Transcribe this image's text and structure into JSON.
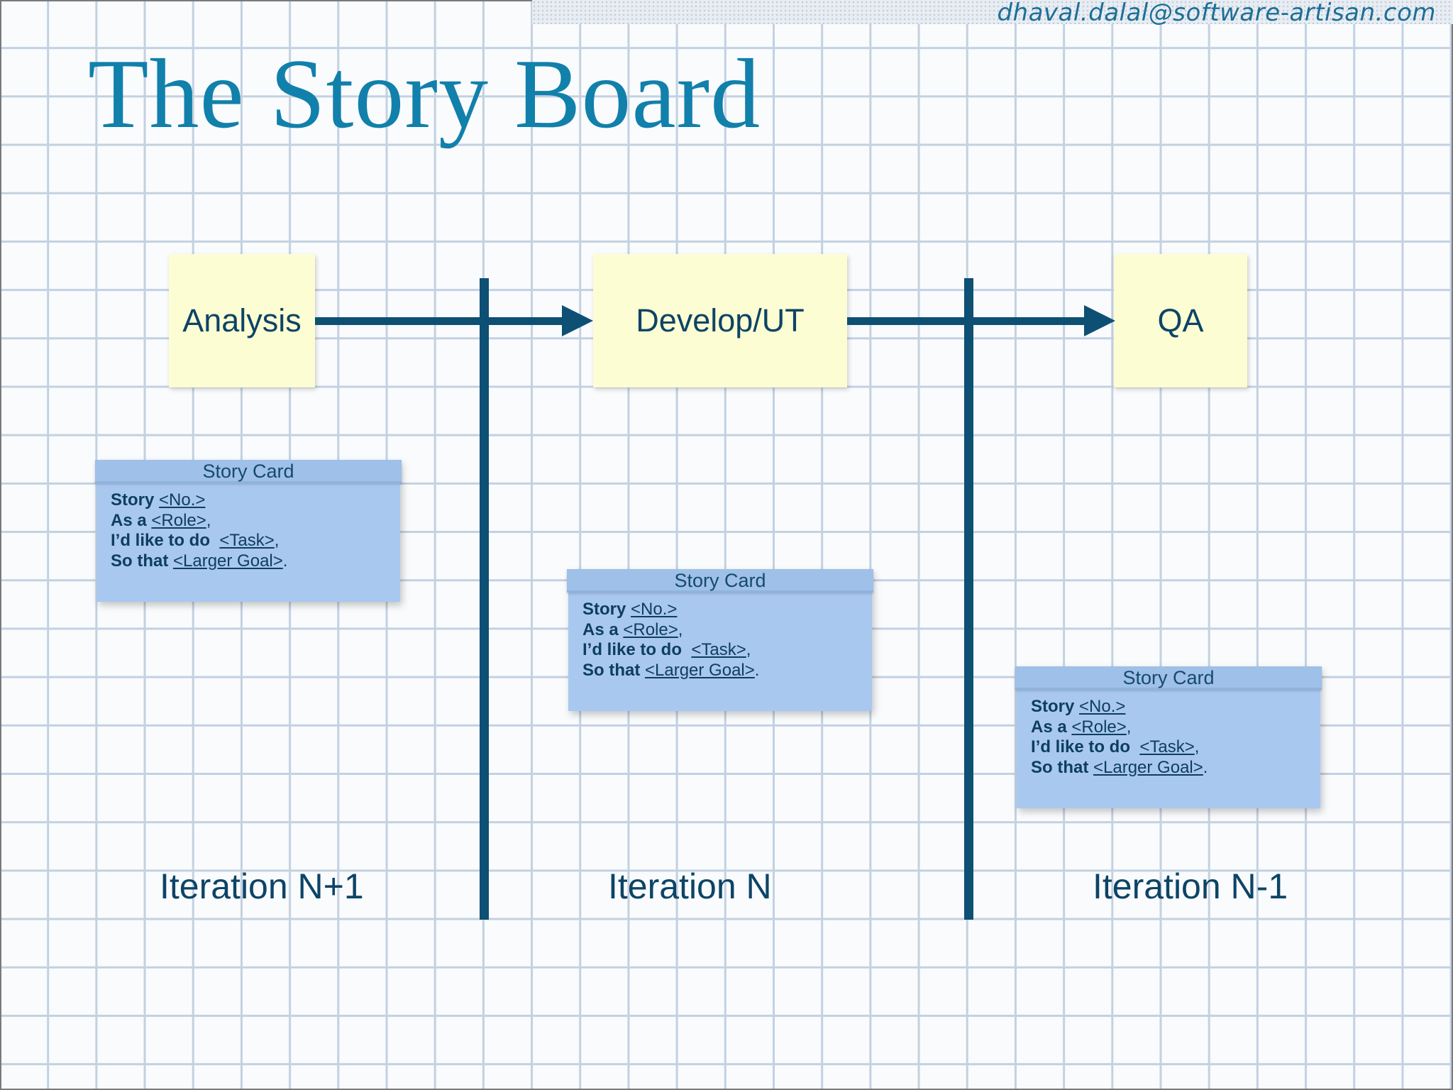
{
  "header": {
    "author": "dhaval.dalal@software-artisan.com",
    "title": "The Story Board"
  },
  "stages": [
    {
      "label": "Analysis"
    },
    {
      "label": "Develop/UT"
    },
    {
      "label": "QA"
    }
  ],
  "cards": [
    {
      "title": "Story Card",
      "story_label": "Story",
      "story_value": "<No.>",
      "role_label": "As a",
      "role_value": "<Role>",
      "role_suffix": ",",
      "task_label": "I’d like to do",
      "task_value": "<Task>",
      "task_suffix": ",",
      "goal_label": "So that",
      "goal_value": "<Larger Goal>",
      "goal_suffix": "."
    },
    {
      "title": "Story Card",
      "story_label": "Story",
      "story_value": "<No.>",
      "role_label": "As a",
      "role_value": "<Role>",
      "role_suffix": ",",
      "task_label": "I’d like to do",
      "task_value": "<Task>",
      "task_suffix": ",",
      "goal_label": "So that",
      "goal_value": "<Larger Goal>",
      "goal_suffix": "."
    },
    {
      "title": "Story Card",
      "story_label": "Story",
      "story_value": "<No.>",
      "role_label": "As a",
      "role_value": "<Role>",
      "role_suffix": ",",
      "task_label": "I’d like to do",
      "task_value": "<Task>",
      "task_suffix": ",",
      "goal_label": "So that",
      "goal_value": "<Larger Goal>",
      "goal_suffix": "."
    }
  ],
  "iterations": [
    {
      "label": "Iteration N+1"
    },
    {
      "label": "Iteration N"
    },
    {
      "label": "Iteration N-1"
    }
  ],
  "colors": {
    "title": "#1180ab",
    "arrows": "#0e4f74",
    "stage_note": "#fdfdd3",
    "story_card": "#a9c8ef",
    "grid": "#c3d1e0"
  }
}
